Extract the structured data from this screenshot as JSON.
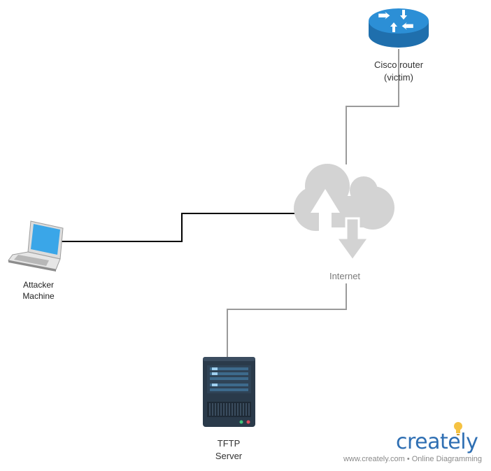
{
  "nodes": {
    "router": {
      "label": "Cisco router\n(victim)"
    },
    "cloud": {
      "label": "Internet"
    },
    "attacker": {
      "label": "Attacker\nMachine"
    },
    "server": {
      "label": "TFTP\nServer"
    }
  },
  "branding": {
    "wordmark": "creately",
    "tagline": "www.creately.com • Online Diagramming"
  },
  "colors": {
    "router_body": "#1f6fad",
    "router_top": "#2c8fd6",
    "cloud": "#d3d3d3",
    "connector_gray": "#9a9a9a",
    "connector_black": "#000000",
    "server_body": "#2a3a4a",
    "server_panel": "#3d6a8c",
    "laptop_screen": "#3aa6e8",
    "brand_blue": "#2f6fb3",
    "bulb_yellow": "#f5c242"
  }
}
